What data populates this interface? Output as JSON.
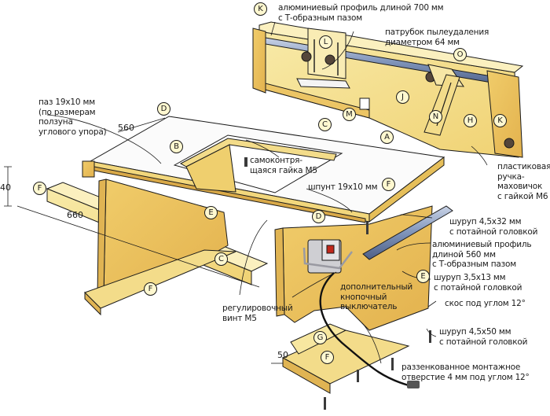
{
  "colors": {
    "wood_light": "#f7e7a0",
    "wood_mid": "#f2d77c",
    "wood_dark": "#e6bf5a",
    "wood_side": "#d9a948",
    "aluminium": "#8fa3c4",
    "aluminium_dark": "#4d5f86",
    "line": "#1a1a1a",
    "switch_grey": "#c9c9cc",
    "switch_red": "#c0281c"
  },
  "part_tags": {
    "A": "A",
    "B": "B",
    "C": "C",
    "D": "D",
    "E": "E",
    "F": "F",
    "G": "G",
    "H": "H",
    "J": "J",
    "K": "K",
    "L": "L",
    "M": "M",
    "N": "N",
    "O": "O"
  },
  "dimensions": {
    "d560": "560",
    "d660": "660",
    "d40": "40",
    "d50": "50"
  },
  "labels": {
    "fence_profile": [
      "алюминиевый профиль длиной 700 мм",
      "с Т-образным пазом"
    ],
    "dust_port": [
      "патрубок пылеудаления",
      "диаметром 64 мм"
    ],
    "groove": [
      "паз 19х10 мм",
      "(по размерам",
      "ползуна",
      "углового упора)"
    ],
    "locknut": [
      "самоконтря-",
      "щаяся гайка М5"
    ],
    "tongue": [
      "шпунт 19х10 мм"
    ],
    "knob": [
      "пластиковая",
      "ручка-",
      "маховичок",
      "с гайкой М6"
    ],
    "screw_32": [
      "шуруп 4,5х32 мм",
      "с потайной головкой"
    ],
    "profile_560": [
      "алюминиевый профиль",
      "длиной 560 мм",
      "с Т-образным пазом"
    ],
    "screw_13": [
      "шуруп 3,5х13 мм",
      "с потайной головкой"
    ],
    "bevel": [
      "скос под углом 12°"
    ],
    "screw_50": [
      "шуруп 4,5х50 мм",
      "с потайной головкой"
    ],
    "switch": [
      "дополнительный",
      "кнопочный",
      "выключатель"
    ],
    "adjust_screw": [
      "регулировочный",
      "винт М5"
    ],
    "mount_hole": [
      "раззенкованное монтажное",
      "отверстие 4 мм под углом 12°"
    ]
  }
}
